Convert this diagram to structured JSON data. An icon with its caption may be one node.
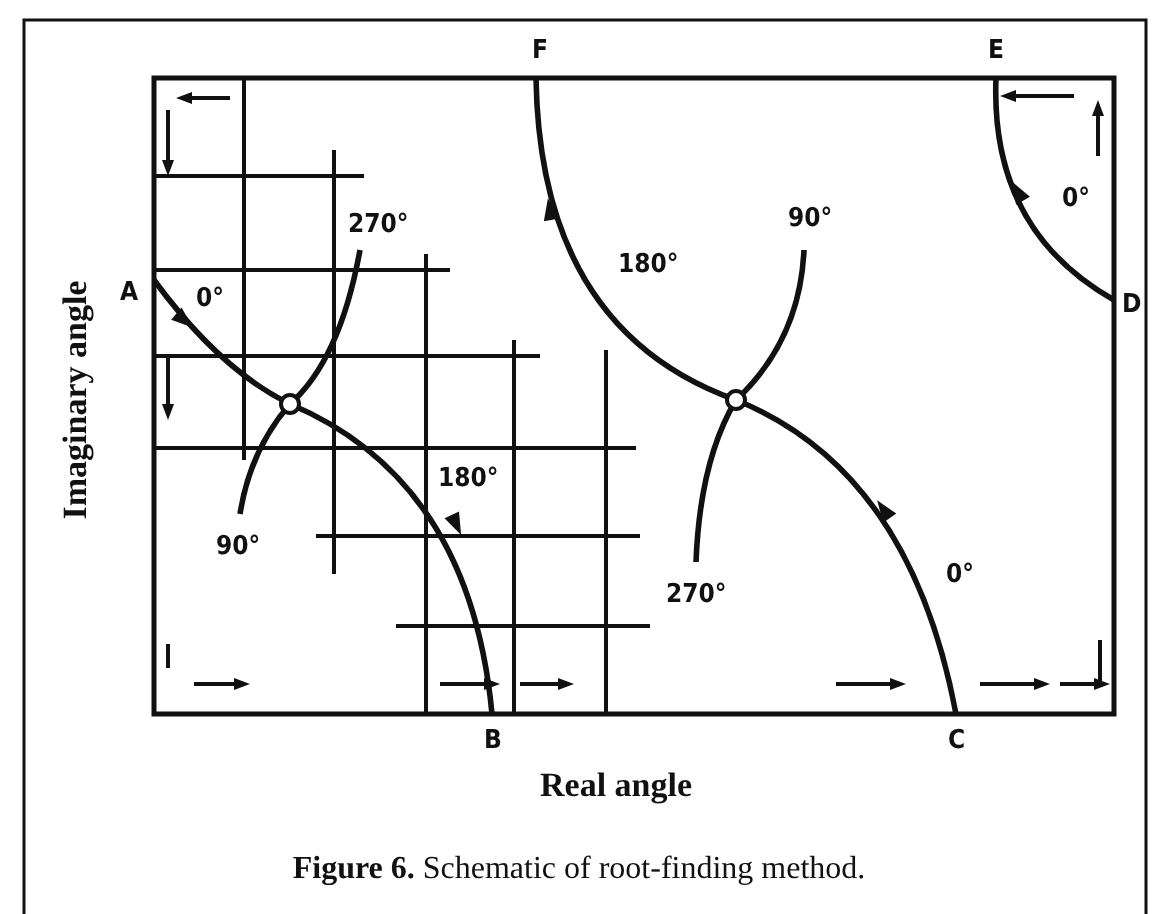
{
  "diagram": {
    "caption": "**Figure 6.** Schematic of root-finding method.",
    "labels": [
      "F",
      "E",
      "270°",
      "180°",
      "90°",
      "0°",
      "A",
      "0°",
      "D",
      "180°",
      "90°",
      "270°",
      "0°",
      "B",
      "C",
      "Real angle",
      "Imaginary angle"
    ]
  }
}
